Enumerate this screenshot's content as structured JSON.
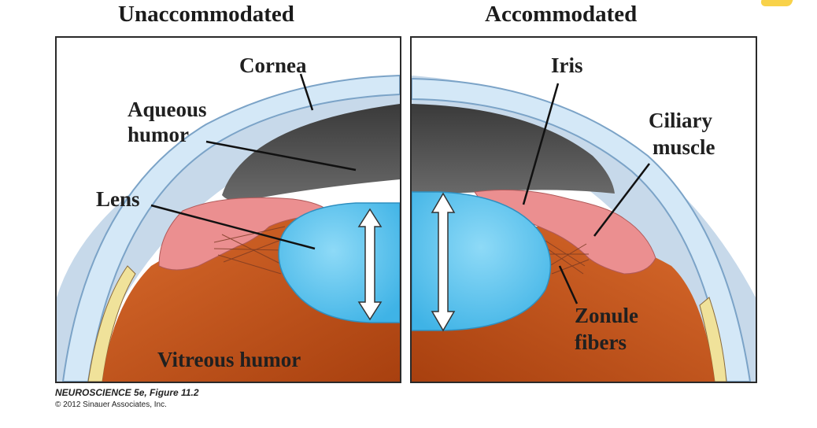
{
  "titles": {
    "left": "Unaccommodated",
    "right": "Accommodated"
  },
  "labels": {
    "cornea": "Cornea",
    "aqueous_1": "Aqueous",
    "aqueous_2": "humor",
    "lens": "Lens",
    "vitreous": "Vitreous humor",
    "iris": "Iris",
    "ciliary_1": "Ciliary",
    "ciliary_2": "muscle",
    "zonule_1": "Zonule",
    "zonule_2": "fibers"
  },
  "credit": {
    "book": "NEUROSCIENCE 5e, Figure 11.2",
    "copyright": "© 2012 Sinauer Associates, Inc."
  },
  "colors": {
    "cornea": "#d4e8f7",
    "cornea_edge": "#7ba3c7",
    "aqueous": "#505050",
    "lens": "#5cc5ef",
    "vitreous": "#c8541a",
    "iris": "#eb8f90",
    "sclera_yellow": "#f0e29a",
    "accent": "#f8d24a"
  }
}
